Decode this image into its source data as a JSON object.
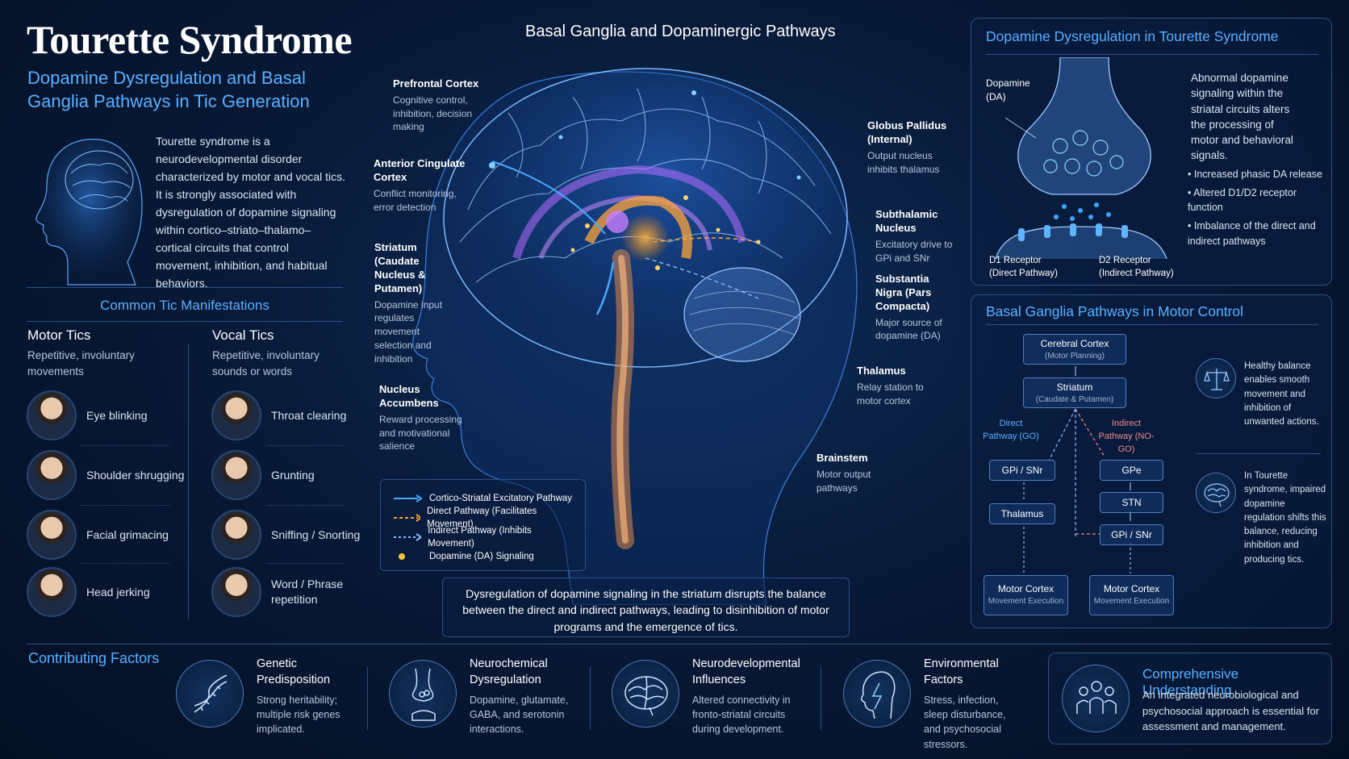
{
  "header": {
    "title": "Tourette Syndrome",
    "subtitle_line1": "Dopamine Dysregulation and Basal",
    "subtitle_line2": "Ganglia Pathways in Tic Generation",
    "intro": "Tourette syndrome is a neurodevelopmental disorder characterized by motor and vocal tics. It is strongly associated with dysregulation of dopamine signaling within cortico–striato–thalamo–cortical circuits that control movement, inhibition, and habitual behaviors."
  },
  "tics": {
    "heading": "Common Tic Manifestations",
    "motor": {
      "title": "Motor Tics",
      "desc": "Repetitive, involuntary movements",
      "items": [
        "Eye blinking",
        "Shoulder shrugging",
        "Facial grimacing",
        "Head jerking"
      ]
    },
    "vocal": {
      "title": "Vocal Tics",
      "desc": "Repetitive, involuntary sounds or words",
      "items": [
        "Throat clearing",
        "Grunting",
        "Sniffing / Snorting",
        "Word / Phrase repetition"
      ]
    }
  },
  "brain": {
    "title": "Basal Ganglia and Dopaminergic Pathways",
    "labels": {
      "prefrontal": {
        "title": "Prefrontal Cortex",
        "desc": "Cognitive control, inhibition, decision making"
      },
      "acc": {
        "title": "Anterior Cingulate Cortex",
        "desc": "Conflict monitoring, error detection"
      },
      "striatum": {
        "title": "Striatum (Caudate Nucleus & Putamen)",
        "desc": "Dopamine input regulates movement selection and inhibition"
      },
      "accumbens": {
        "title": "Nucleus Accumbens",
        "desc": "Reward processing and motivational salience"
      },
      "gpi": {
        "title": "Globus Pallidus (Internal)",
        "desc": "Output nucleus inhibits thalamus"
      },
      "stn": {
        "title": "Subthalamic Nucleus",
        "desc": "Excitatory drive to GPi and SNr"
      },
      "snc": {
        "title": "Substantia Nigra (Pars Compacta)",
        "desc": "Major source of dopamine (DA)"
      },
      "thalamus": {
        "title": "Thalamus",
        "desc": "Relay station to motor cortex"
      },
      "brainstem": {
        "title": "Brainstem",
        "desc": "Motor output pathways"
      }
    },
    "legend": [
      {
        "label": "Cortico-Striatal Excitatory Pathway",
        "color": "#4aa8ff"
      },
      {
        "label": "Direct Pathway (Facilitates Movement)",
        "color": "#f5a63a"
      },
      {
        "label": "Indirect Pathway (Inhibits Movement)",
        "color": "#8fb8ff"
      },
      {
        "label": "Dopamine (DA) Signaling",
        "color": "#f5c542"
      }
    ],
    "summary": "Dysregulation of dopamine signaling in the striatum disrupts the balance between the direct and indirect pathways, leading to disinhibition of motor programs and the emergence of tics."
  },
  "dopamine_panel": {
    "title": "Dopamine Dysregulation in Tourette Syndrome",
    "da_label": "Dopamine (DA)",
    "d1": "D1 Receptor (Direct Pathway)",
    "d2": "D2 Receptor (Indirect Pathway)",
    "desc": "Abnormal dopamine signaling within the striatal circuits alters the processing of motor and behavioral signals.",
    "bullets": [
      "Increased phasic DA release",
      "Altered D1/D2 receptor function",
      "Imbalance of the direct and indirect pathways"
    ]
  },
  "pathways_panel": {
    "title": "Basal Ganglia Pathways in Motor Control",
    "cortex": {
      "title": "Cerebral Cortex",
      "sub": "(Motor Planning)"
    },
    "striatum": {
      "title": "Striatum",
      "sub": "(Caudate & Putamen)"
    },
    "direct": "Direct Pathway (GO)",
    "indirect": "Indirect Pathway (NO-GO)",
    "gpi_snr_left": "GPi / SNr",
    "thalamus": "Thalamus",
    "gpe": "GPe",
    "stn": "STN",
    "gpi_snr_right": "GPi / SNr",
    "motor_left": {
      "title": "Motor Cortex",
      "sub": "Movement Execution"
    },
    "motor_right": {
      "title": "Motor Cortex",
      "sub": "Movement Execution"
    },
    "healthy": "Healthy balance enables smooth movement and inhibition of unwanted actions.",
    "tourette": "In Tourette syndrome, impaired dopamine regulation shifts this balance, reducing inhibition and producing tics."
  },
  "factors": {
    "heading": "Contributing Factors",
    "items": [
      {
        "title": "Genetic Predisposition",
        "desc": "Strong heritability; multiple risk genes implicated.",
        "icon": "dna-icon"
      },
      {
        "title": "Neurochemical Dysregulation",
        "desc": "Dopamine, glutamate, GABA, and serotonin interactions.",
        "icon": "synapse-icon"
      },
      {
        "title": "Neurodevelopmental Influences",
        "desc": "Altered connectivity in fronto-striatal circuits during development.",
        "icon": "brain-icon"
      },
      {
        "title": "Environmental Factors",
        "desc": "Stress, infection, sleep disturbance, and psychosocial stressors.",
        "icon": "head-lightning-icon"
      }
    ],
    "summary": {
      "title": "Comprehensive Understanding",
      "desc": "An integrated neurobiological and psychosocial approach is essential for assessment and management."
    }
  }
}
